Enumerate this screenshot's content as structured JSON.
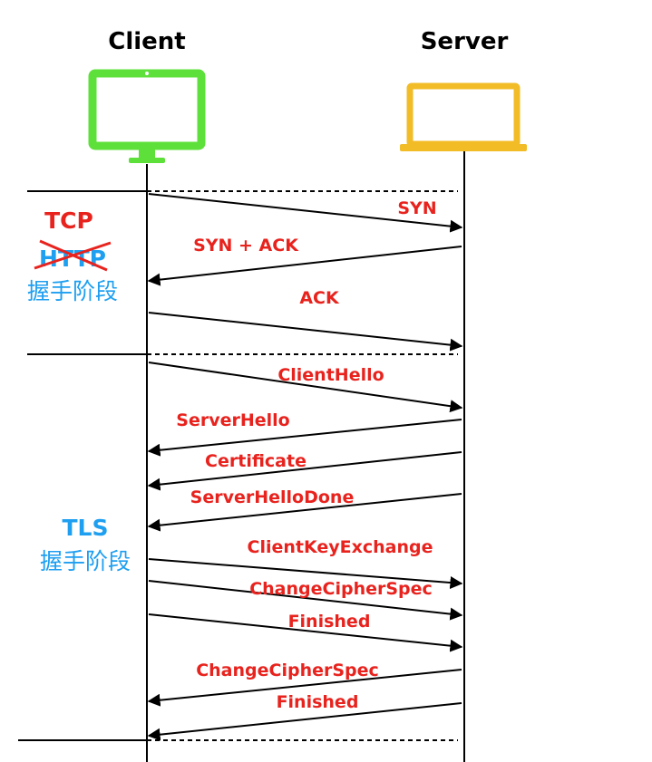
{
  "actors": {
    "client": "Client",
    "server": "Server"
  },
  "phases": {
    "tcp": {
      "title": "TCP",
      "struck_out": "HTTP",
      "caption": "握手阶段"
    },
    "tls": {
      "title": "TLS",
      "caption": "握手阶段"
    }
  },
  "messages": [
    {
      "label": "SYN",
      "direction": "client-to-server"
    },
    {
      "label": "SYN + ACK",
      "direction": "server-to-client"
    },
    {
      "label": "ACK",
      "direction": "client-to-server"
    },
    {
      "label": "ClientHello",
      "direction": "client-to-server"
    },
    {
      "label": "ServerHello",
      "direction": "server-to-client"
    },
    {
      "label": "Certificate",
      "direction": "server-to-client"
    },
    {
      "label": "ServerHelloDone",
      "direction": "server-to-client"
    },
    {
      "label": "ClientKeyExchange",
      "direction": "client-to-server"
    },
    {
      "label": "ChangeCipherSpec",
      "direction": "client-to-server"
    },
    {
      "label": "Finished",
      "direction": "client-to-server"
    },
    {
      "label": "ChangeCipherSpec",
      "direction": "server-to-client"
    },
    {
      "label": "Finished",
      "direction": "server-to-client"
    }
  ],
  "icons": {
    "client": "desktop-monitor-icon",
    "server": "laptop-icon"
  },
  "colors": {
    "client_icon": "#5de03a",
    "server_icon": "#f2bc27",
    "message_text": "#e8231e",
    "phase_text": "#1f9ff0",
    "strike": "#e8231e",
    "lines": "#000000"
  }
}
